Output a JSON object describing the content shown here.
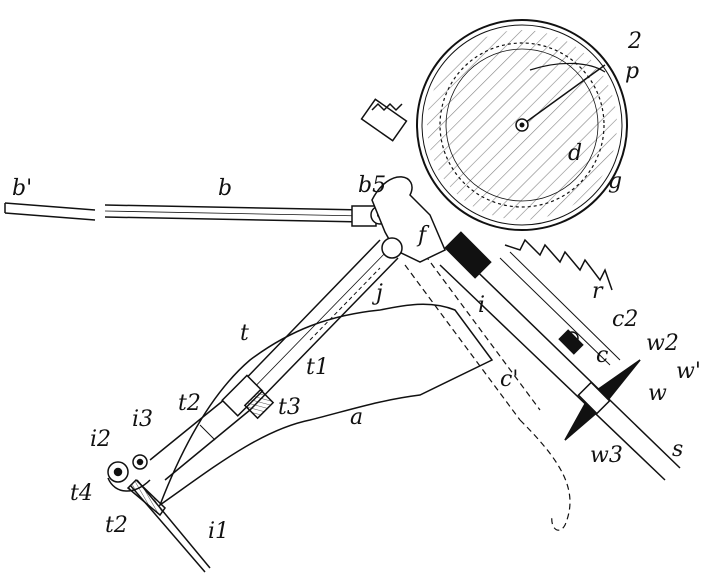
{
  "labels": {
    "b_prime": "b'",
    "b": "b",
    "b5": "b5",
    "d": "d",
    "p": "p",
    "two": "2",
    "g": "g",
    "f": "f",
    "j": "j",
    "i": "i",
    "r": "r",
    "c2": "c2",
    "c": "c",
    "c_prime": "c'",
    "w2": "w2",
    "w_prime": "w'",
    "w": "w",
    "w3": "w3",
    "s": "s",
    "t": "t",
    "t1": "t1",
    "t2_upper": "t2",
    "t3": "t3",
    "a": "a",
    "i2": "i2",
    "i3": "i3",
    "t4": "t4",
    "t2_lower": "t2",
    "i1": "i1"
  }
}
